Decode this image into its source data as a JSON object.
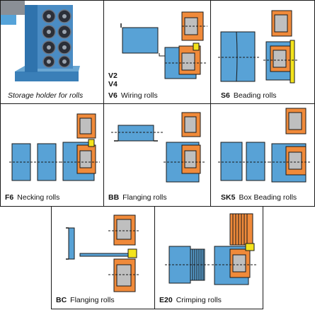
{
  "palette": {
    "roll_blue": "#58a2d6",
    "roll_orange": "#f08a3a",
    "bearing_grey": "#bfbfbf",
    "workpiece_yellow": "#f4e41c",
    "outline": "#1a1a1a"
  },
  "panels": [
    {
      "id": "storage",
      "caption": "Storage holder for rolls"
    },
    {
      "id": "wiring",
      "codes": [
        "V2",
        "V4",
        "V6"
      ],
      "caption": "Wiring rolls"
    },
    {
      "id": "beading",
      "code": "S6",
      "caption": "Beading rolls"
    },
    {
      "id": "necking",
      "code": "F6",
      "caption": "Necking rolls"
    },
    {
      "id": "flanging_bb",
      "code": "BB",
      "caption": "Flanging rolls"
    },
    {
      "id": "box_beading",
      "code": "SK5",
      "caption": "Box Beading rolls"
    },
    {
      "id": "flanging_bc",
      "code": "BC",
      "caption": "Flanging rolls"
    },
    {
      "id": "crimping",
      "code": "E20",
      "caption": "Crimping rolls"
    }
  ]
}
